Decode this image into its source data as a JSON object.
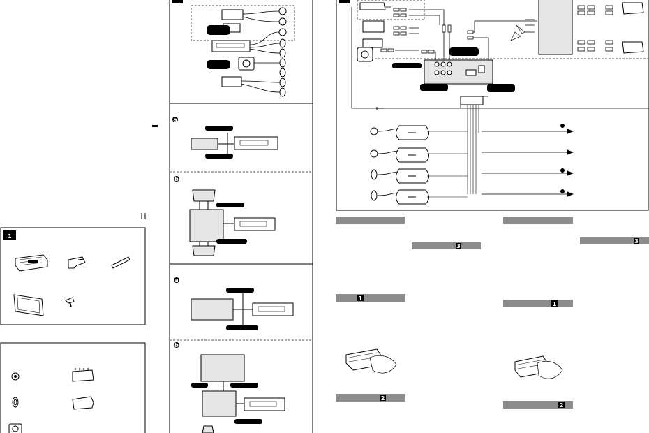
{
  "section_numbers": {
    "parts_list": "1",
    "right_bar_1": "1",
    "right_bar_2": "2",
    "right_bar_3": "3",
    "right_bar_1b": "1",
    "right_bar_2b": "2",
    "right_bar_3b": "3"
  },
  "panel_markers": {
    "panel_a1": "a",
    "panel_b1": "b",
    "panel_a2": "a",
    "panel_b2": "b"
  },
  "colors": {
    "ink": "#000000",
    "bar_grey": "#8c8c8c",
    "box_grey": "#e6e6e6",
    "dash": "#555555"
  },
  "icons": [
    "head-unit-icon",
    "bracket-icon",
    "release-key-icon",
    "trim-frame-icon",
    "screw-icon",
    "speaker-icon",
    "amplifier-icon",
    "woofer-icon",
    "arrow-icon"
  ]
}
